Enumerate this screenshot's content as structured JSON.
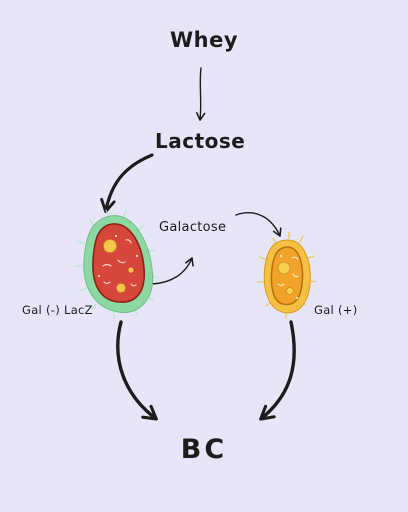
{
  "nodes": {
    "whey": "Whey",
    "lactose": "Lactose",
    "galactose": "Galactose",
    "gal_neg_strain": "Gal (-) LacZ",
    "gal_pos_strain": "Gal (+)",
    "product": "BC"
  },
  "colors": {
    "background": "#e6e6f8",
    "gal_neg_cell_body": "#d6463a",
    "gal_neg_cell_halo": "#8cd8a2",
    "gal_pos_cell_body": "#f2a42a",
    "gal_pos_cell_halo": "#f5c142",
    "arrow": "#1c1c1c"
  }
}
